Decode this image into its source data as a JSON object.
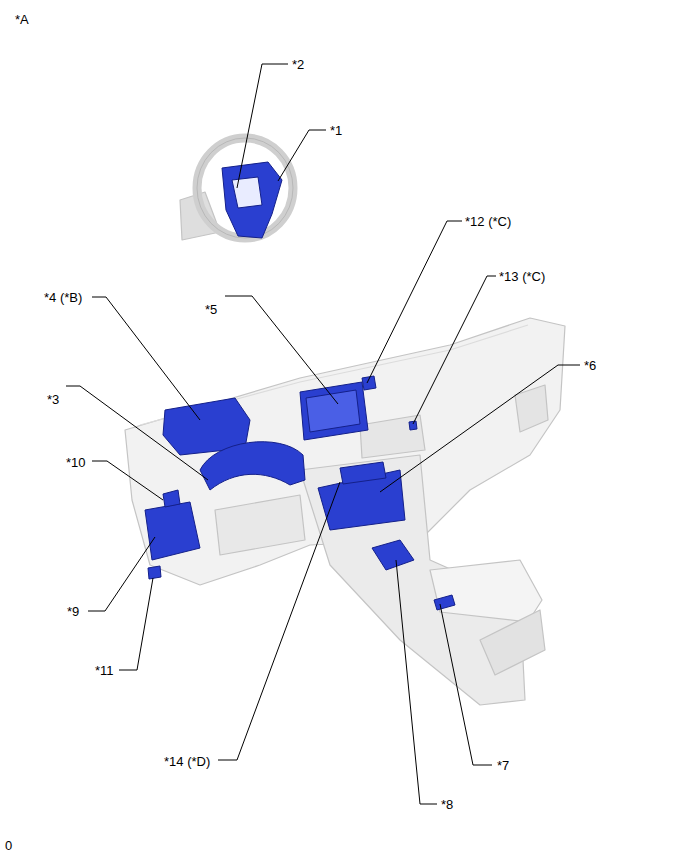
{
  "diagram": {
    "labels": [
      "*A",
      "*2",
      "*1",
      "*12 (*C)",
      "*13 (*C)",
      "*4 (*B)",
      "*5",
      "*6",
      "*3",
      "*10",
      "*9",
      "*11",
      "*14 (*D)",
      "*7",
      "*8",
      "0"
    ]
  }
}
